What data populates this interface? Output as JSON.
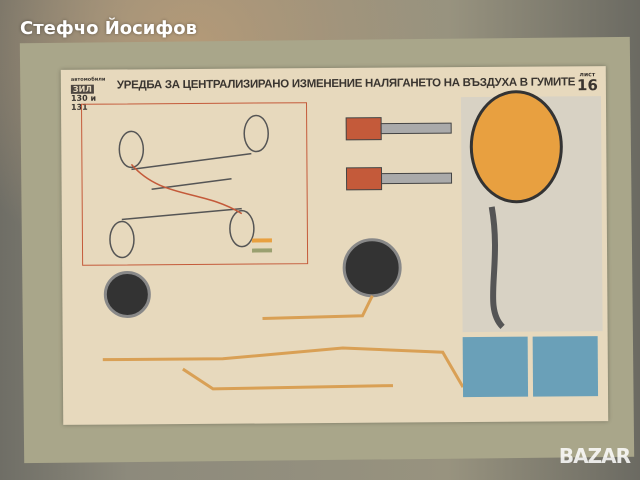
{
  "watermark": {
    "author": "Стефчо Йосифов",
    "site_logo": "BAZAR"
  },
  "poster": {
    "logo_top": "автомобили",
    "logo_brand": "ЗИЛ",
    "logo_models": "130 и 131",
    "title": "УРЕДБА ЗА ЦЕНТРАЛИЗИРАНО ИЗМЕНЕНИЕ НАЛЯГАНЕТО НА ВЪЗДУХА В ГУМИТЕ",
    "sheet_label": "лист",
    "sheet_number": "16"
  },
  "colors": {
    "paper": "#e7d9bd",
    "frame_red": "#c45a3a",
    "pipe_orange": "#d9a055",
    "tire_orange": "#e8a040"
  }
}
